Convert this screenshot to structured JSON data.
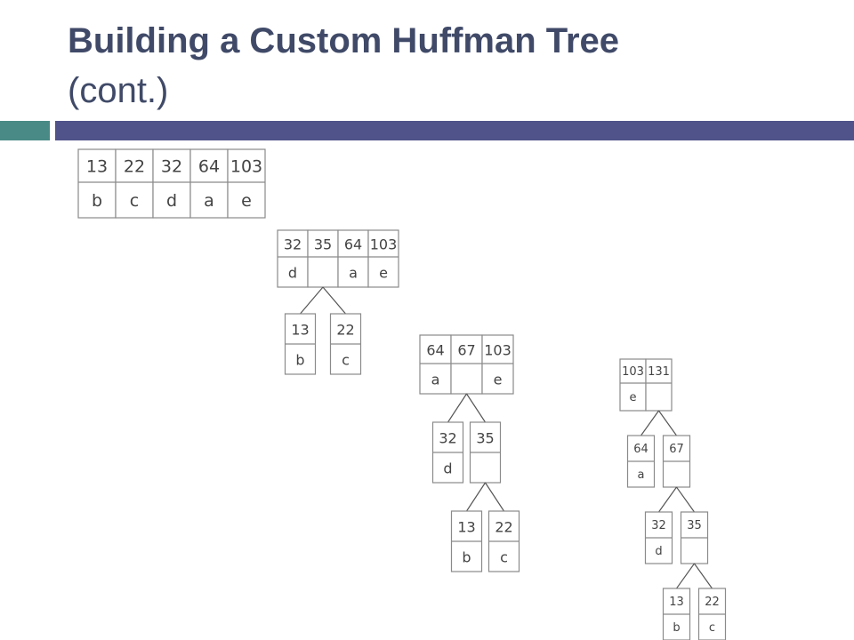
{
  "slide": {
    "title": "Building a Custom Huffman Tree",
    "subtitle": "(cont.)"
  },
  "colors": {
    "title": "#404a68",
    "accent_teal": "#4a8a86",
    "accent_navy": "#4f5389",
    "box_border": "#8a8a8a",
    "text": "#444444"
  },
  "queues": [
    {
      "name": "step-1",
      "cells": [
        {
          "weight": "13",
          "symbol": "b"
        },
        {
          "weight": "22",
          "symbol": "c"
        },
        {
          "weight": "32",
          "symbol": "d"
        },
        {
          "weight": "64",
          "symbol": "a"
        },
        {
          "weight": "103",
          "symbol": "e"
        }
      ]
    },
    {
      "name": "step-2",
      "cells": [
        {
          "weight": "32",
          "symbol": "d"
        },
        {
          "weight": "35",
          "symbol": ""
        },
        {
          "weight": "64",
          "symbol": "a"
        },
        {
          "weight": "103",
          "symbol": "e"
        }
      ],
      "trees": [
        {
          "from": 1,
          "node": {
            "children": [
              {
                "weight": "13",
                "symbol": "b"
              },
              {
                "weight": "22",
                "symbol": "c"
              }
            ]
          }
        }
      ]
    },
    {
      "name": "step-3",
      "cells": [
        {
          "weight": "64",
          "symbol": "a"
        },
        {
          "weight": "67",
          "symbol": ""
        },
        {
          "weight": "103",
          "symbol": "e"
        }
      ],
      "trees": [
        {
          "from": 1,
          "node": {
            "children": [
              {
                "weight": "32",
                "symbol": "d"
              },
              {
                "weight": "35",
                "symbol": "",
                "children": [
                  {
                    "weight": "13",
                    "symbol": "b"
                  },
                  {
                    "weight": "22",
                    "symbol": "c"
                  }
                ]
              }
            ]
          }
        }
      ]
    },
    {
      "name": "step-4",
      "cells": [
        {
          "weight": "103",
          "symbol": "e"
        },
        {
          "weight": "131",
          "symbol": ""
        }
      ],
      "trees": [
        {
          "from": 1,
          "node": {
            "children": [
              {
                "weight": "64",
                "symbol": "a"
              },
              {
                "weight": "67",
                "symbol": "",
                "children": [
                  {
                    "weight": "32",
                    "symbol": "d"
                  },
                  {
                    "weight": "35",
                    "symbol": "",
                    "children": [
                      {
                        "weight": "13",
                        "symbol": "b"
                      },
                      {
                        "weight": "22",
                        "symbol": "c"
                      }
                    ]
                  }
                ]
              }
            ]
          }
        }
      ]
    }
  ]
}
